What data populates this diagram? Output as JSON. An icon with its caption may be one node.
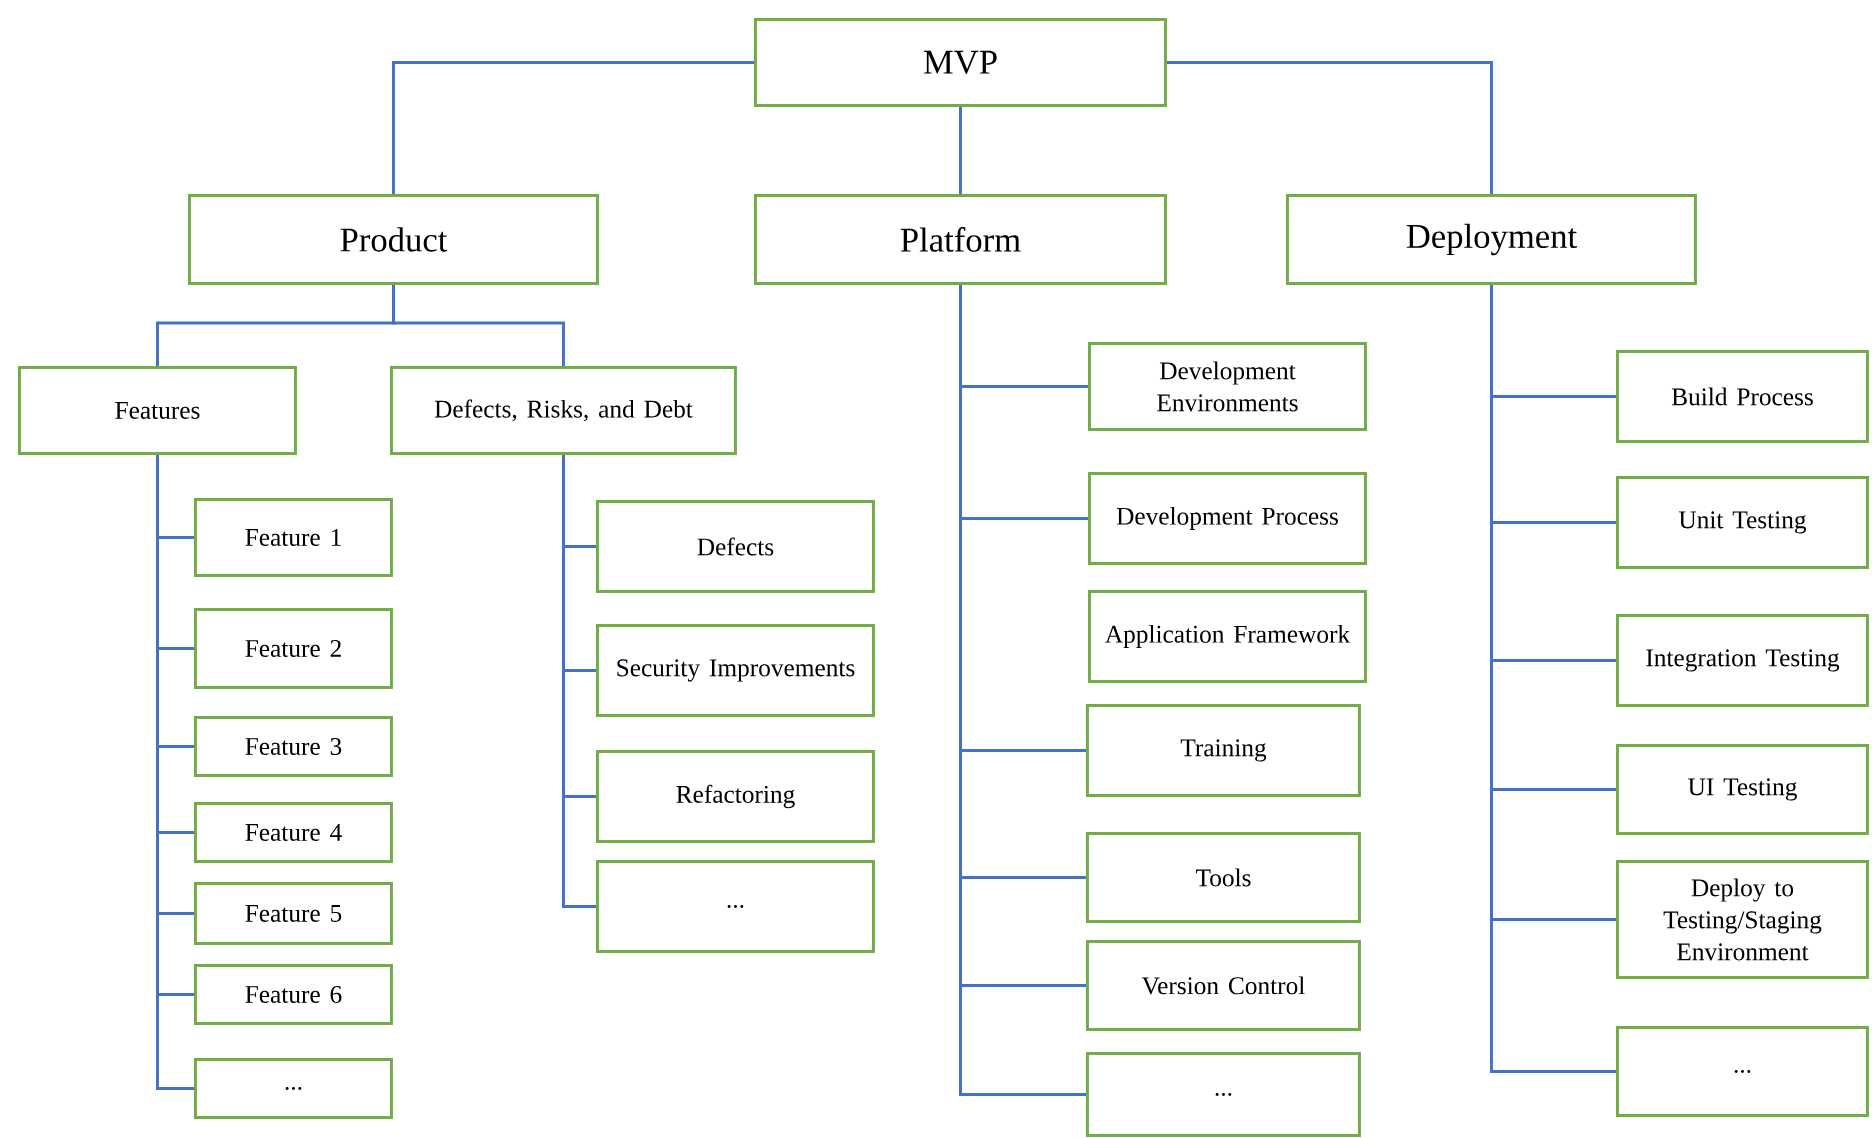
{
  "diagram": {
    "nodes": [
      {
        "text": [
          "MVP"
        ]
      },
      {
        "text": [
          "Product"
        ]
      },
      {
        "text": [
          "Platform"
        ]
      },
      {
        "text": [
          "Deployment"
        ]
      },
      {
        "text": [
          "Features"
        ]
      },
      {
        "text": [
          "Defects,  Risks, and Debt"
        ]
      },
      {
        "text": [
          "Feature 1"
        ]
      },
      {
        "text": [
          "Feature 2"
        ]
      },
      {
        "text": [
          "Feature 3"
        ]
      },
      {
        "text": [
          "Feature 4"
        ]
      },
      {
        "text": [
          "Feature 5"
        ]
      },
      {
        "text": [
          "Feature 6"
        ]
      },
      {
        "text": [
          "..."
        ]
      },
      {
        "text": [
          "Defects"
        ]
      },
      {
        "text": [
          "Security Improvements"
        ]
      },
      {
        "text": [
          "Refactoring"
        ]
      },
      {
        "text": [
          "..."
        ]
      },
      {
        "text": [
          "Development Environments"
        ]
      },
      {
        "text": [
          "Development Process"
        ]
      },
      {
        "text": [
          "Application Framework"
        ]
      },
      {
        "text": [
          "Training"
        ]
      },
      {
        "text": [
          "Tools"
        ]
      },
      {
        "text": [
          "Version Control"
        ]
      },
      {
        "text": [
          "..."
        ]
      },
      {
        "text": [
          "Build Process"
        ]
      },
      {
        "text": [
          "Unit Testing"
        ]
      },
      {
        "text": [
          "Integration Testing"
        ]
      },
      {
        "text": [
          "UI Testing"
        ]
      },
      {
        "text": [
          "Deploy to Testing/Staging Environment"
        ]
      },
      {
        "text": [
          "..."
        ]
      }
    ],
    "edges": [
      {
        "from": 0,
        "to": 1,
        "arrow": "none"
      },
      {
        "from": 0,
        "to": 2,
        "arrow": "none"
      },
      {
        "from": 0,
        "to": 3,
        "arrow": "none"
      },
      {
        "from": 1,
        "to": 4,
        "arrow": "none"
      },
      {
        "from": 1,
        "to": 5,
        "arrow": "none"
      },
      {
        "from": 4,
        "to": 6,
        "arrow": "none"
      },
      {
        "from": 4,
        "to": 7,
        "arrow": "none"
      },
      {
        "from": 4,
        "to": 8,
        "arrow": "none"
      },
      {
        "from": 4,
        "to": 9,
        "arrow": "none"
      },
      {
        "from": 4,
        "to": 10,
        "arrow": "none"
      },
      {
        "from": 4,
        "to": 11,
        "arrow": "none"
      },
      {
        "from": 4,
        "to": 12,
        "arrow": "none"
      },
      {
        "from": 5,
        "to": 13,
        "arrow": "none"
      },
      {
        "from": 5,
        "to": 14,
        "arrow": "none"
      },
      {
        "from": 5,
        "to": 15,
        "arrow": "none"
      },
      {
        "from": 5,
        "to": 16,
        "arrow": "none"
      },
      {
        "from": 2,
        "to": 17,
        "arrow": "none"
      },
      {
        "from": 2,
        "to": 18,
        "arrow": "none"
      },
      {
        "from": 2,
        "to": 20,
        "arrow": "none"
      },
      {
        "from": 2,
        "to": 21,
        "arrow": "none"
      },
      {
        "from": 2,
        "to": 22,
        "arrow": "none"
      },
      {
        "from": 2,
        "to": 23,
        "arrow": "none"
      },
      {
        "from": 3,
        "to": 24,
        "arrow": "none"
      },
      {
        "from": 3,
        "to": 25,
        "arrow": "none"
      },
      {
        "from": 3,
        "to": 26,
        "arrow": "none"
      },
      {
        "from": 3,
        "to": 27,
        "arrow": "none"
      },
      {
        "from": 3,
        "to": 28,
        "arrow": "none"
      },
      {
        "from": 3,
        "to": 29,
        "arrow": "none"
      }
    ]
  }
}
